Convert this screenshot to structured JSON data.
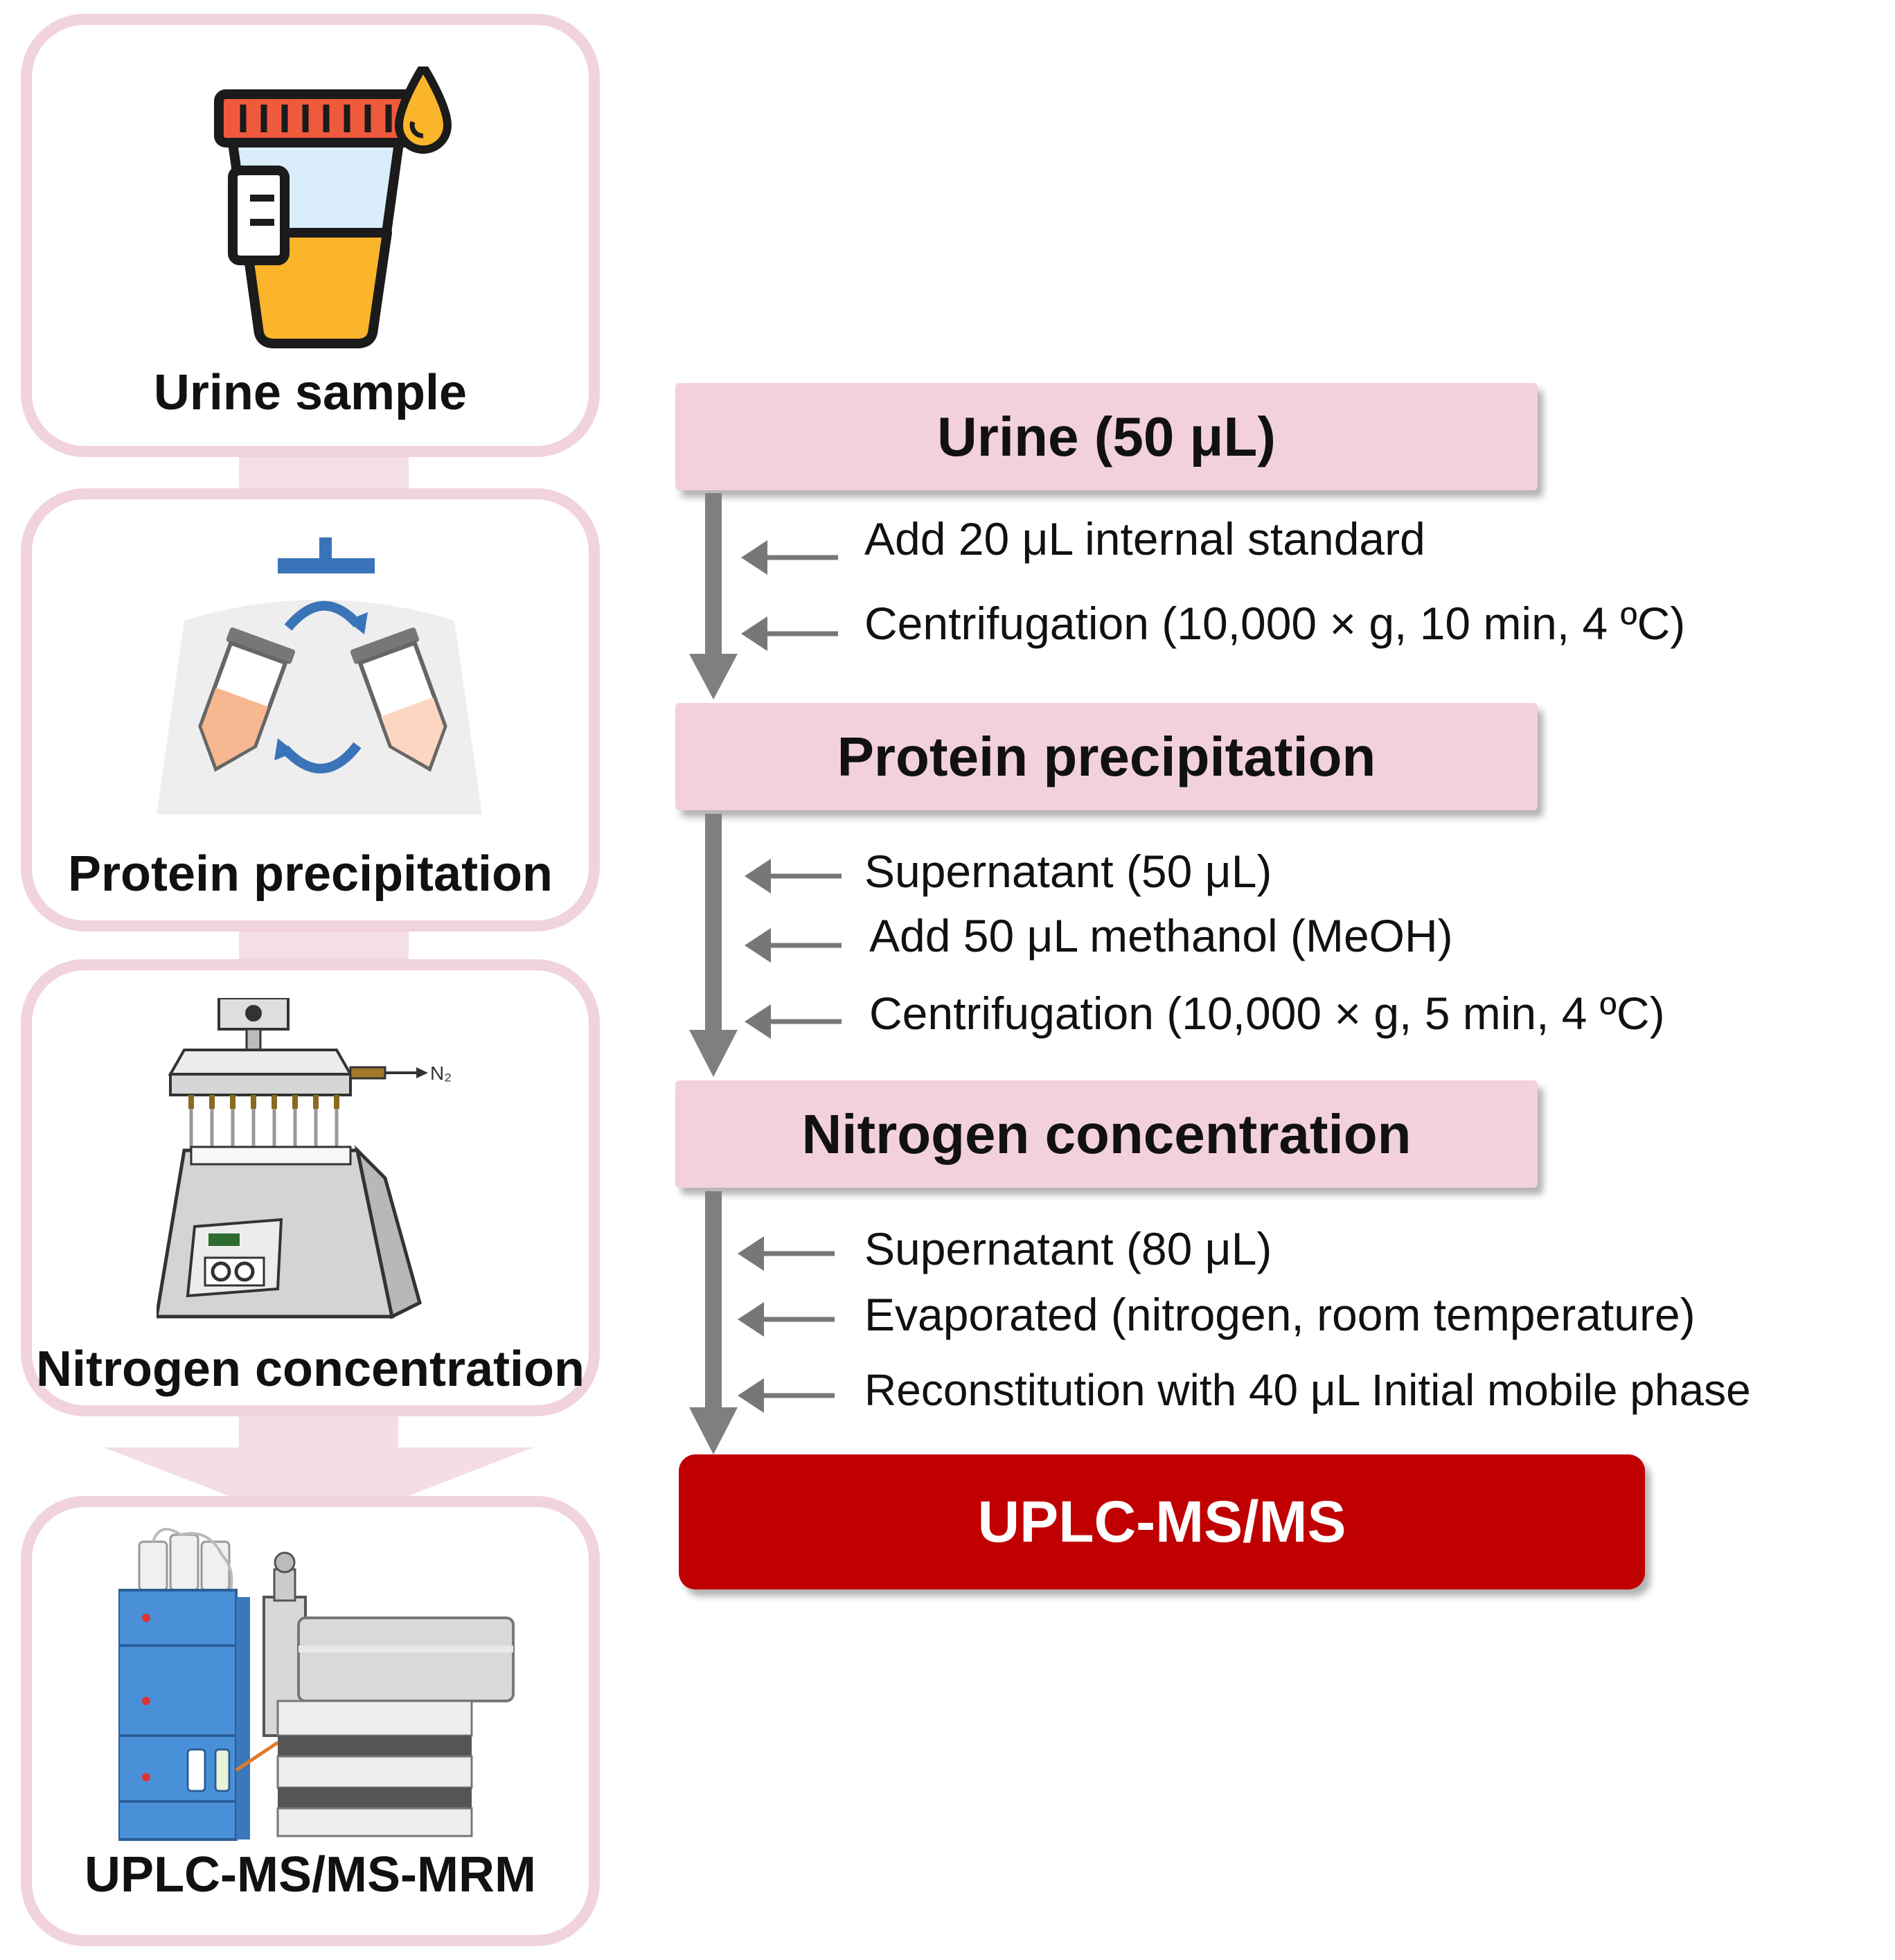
{
  "left_panel": {
    "cards": [
      {
        "label": "Urine sample",
        "icon": "urine-cup-icon"
      },
      {
        "label": "Protein precipitation",
        "icon": "centrifuge-icon"
      },
      {
        "label": "Nitrogen concentration",
        "icon": "nitrogen-evaporator-icon"
      },
      {
        "label": "UPLC-MS/MS-MRM",
        "icon": "uplc-instrument-icon"
      }
    ],
    "n2_label": "N₂"
  },
  "workflow": {
    "steps": [
      {
        "title": "Urine (50 μL)",
        "substeps": [
          "Add 20 μL internal standard",
          "Centrifugation (10,000 × g, 10 min, 4 ºC)"
        ]
      },
      {
        "title": "Protein precipitation",
        "substeps": [
          "Supernatant (50 μL)",
          "Add 50 μL methanol (MeOH)",
          "Centrifugation (10,000 × g, 5 min, 4 ºC)"
        ]
      },
      {
        "title": "Nitrogen concentration",
        "substeps": [
          "Supernatant (80 μL)",
          "Evaporated (nitrogen, room temperature)",
          "Reconstitution with 40 μL Initial mobile phase"
        ]
      }
    ],
    "final": "UPLC-MS/MS"
  },
  "colors": {
    "card_border": "#f1d3dc",
    "step_box": "#f2d1dc",
    "final_box": "#c00000",
    "arrow_gray": "#7f7f7f"
  }
}
